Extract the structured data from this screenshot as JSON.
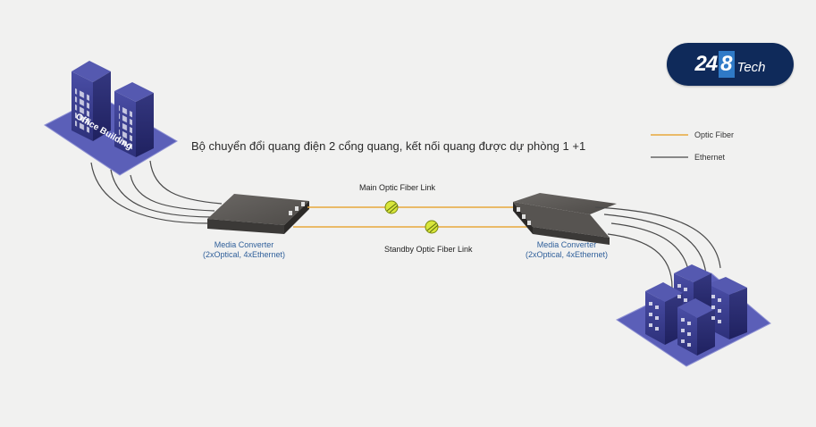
{
  "caption": "Bộ chuyển đổi quang điện 2 cổng quang, kết nối quang được dự phòng 1 +1",
  "office_building_label": "Office Building",
  "links": {
    "main": "Main Optic Fiber Link",
    "standby": "Standby Optic Fiber Link"
  },
  "converters": {
    "left": {
      "line1": "Media Converter",
      "line2": "(2xOptical, 4xEthernet)"
    },
    "right": {
      "line1": "Media Converter",
      "line2": "(2xOptical, 4xEthernet)"
    }
  },
  "legend": {
    "fiber": "Optic Fiber",
    "ethernet": "Ethernet"
  },
  "logo": {
    "number": "24",
    "boxed": "8",
    "suffix": "Tech"
  },
  "colors": {
    "fiber": "#e8a83a",
    "ethernet": "#4a4a4a",
    "building": "#3a3d8f",
    "platform": "#5b5fb8",
    "logo_bg": "#0f2a5a",
    "logo_accent": "#2f7ac7",
    "converter_label": "#2f5f9a"
  }
}
